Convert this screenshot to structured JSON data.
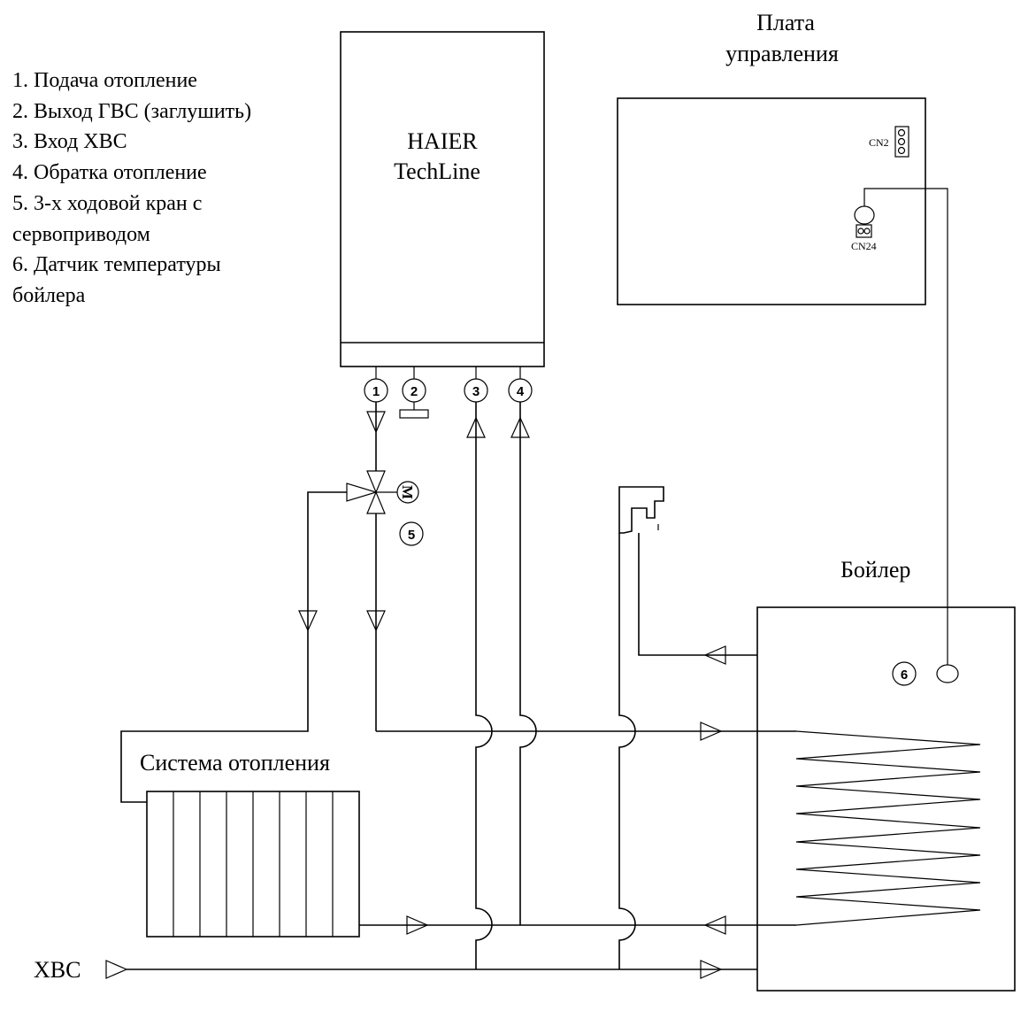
{
  "legend": {
    "items": [
      "1. Подача отопление",
      "2. Выход ГВС (заглушить)",
      "3. Вход ХВС",
      "4. Обратка отопление",
      "5. 3-х ходовой кран с",
      "сервоприводом",
      "6. Датчик температуры",
      "бойлера"
    ]
  },
  "boiler_unit": {
    "line1": "HAIER",
    "line2": "TechLine"
  },
  "board": {
    "title_line1": "Плата",
    "title_line2": "управления",
    "cn2": "CN2",
    "cn24": "CN24"
  },
  "tank": {
    "title": "Бойлер",
    "sensor_number": "6"
  },
  "heating": {
    "title": "Система отопления"
  },
  "cold_water": {
    "label": "ХВС"
  },
  "ports": {
    "p1": "1",
    "p2": "2",
    "p3": "3",
    "p4": "4",
    "p5": "5"
  },
  "valve": {
    "motor_label": "M"
  }
}
